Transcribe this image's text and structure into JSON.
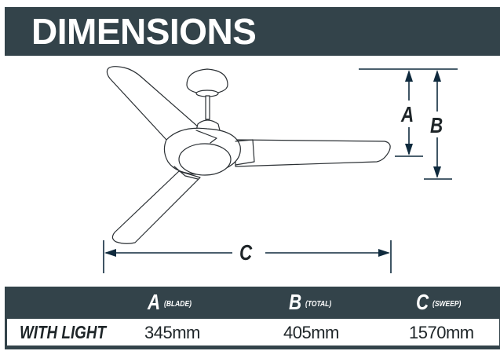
{
  "header": {
    "title": "DIMENSIONS"
  },
  "diagram": {
    "subject": "three-blade ceiling fan with light",
    "labels": {
      "a": "A",
      "b": "B",
      "c": "C"
    }
  },
  "colors": {
    "header_bg": "#33434a",
    "dimension_line": "#0f2a3d",
    "text_dark": "#1e2528"
  },
  "table": {
    "columns": [
      {
        "letter": "A",
        "sub": "(BLADE)"
      },
      {
        "letter": "B",
        "sub": "(TOTAL)"
      },
      {
        "letter": "C",
        "sub": "(SWEEP)"
      }
    ],
    "rows": [
      {
        "label": "WITH LIGHT",
        "values": [
          "345mm",
          "405mm",
          "1570mm"
        ]
      }
    ]
  }
}
